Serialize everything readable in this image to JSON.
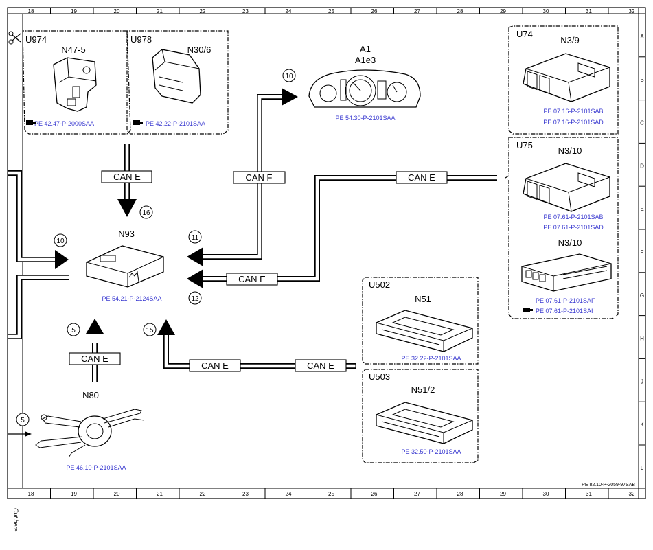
{
  "grid": {
    "columns": [
      "18",
      "19",
      "20",
      "21",
      "22",
      "23",
      "24",
      "25",
      "26",
      "27",
      "28",
      "29",
      "30",
      "31",
      "32"
    ],
    "rows": [
      "A",
      "B",
      "C",
      "D",
      "E",
      "F",
      "G",
      "H",
      "J",
      "K",
      "L"
    ]
  },
  "groups": {
    "u974": "U974",
    "u978": "U978",
    "u74": "U74",
    "u75": "U75",
    "u502": "U502",
    "u503": "U503"
  },
  "components": {
    "n47_5": {
      "label": "N47-5",
      "ref": "PE 42.47-P-2000SAA"
    },
    "n30_6": {
      "label": "N30/6",
      "ref": "PE 42.22-P-2101SAA"
    },
    "a1": {
      "label": "A1",
      "sublabel": "A1e3",
      "ref": "PE 54.30-P-2101SAA"
    },
    "n3_9": {
      "label": "N3/9",
      "ref1": "PE 07.16-P-2101SAB",
      "ref2": "PE 07.16-P-2101SAD"
    },
    "n3_10a": {
      "label": "N3/10",
      "ref1": "PE 07.61-P-2101SAB",
      "ref2": "PE 07.61-P-2101SAD"
    },
    "n3_10b": {
      "label": "N3/10",
      "ref1": "PE 07.61-P-2101SAF",
      "ref2": "PE 07.61-P-2101SAI"
    },
    "n93": {
      "label": "N93",
      "ref": "PE 54.21-P-2124SAA"
    },
    "n51": {
      "label": "N51",
      "ref": "PE 32.22-P-2101SAA"
    },
    "n51_2": {
      "label": "N51/2",
      "ref": "PE 32.50-P-2101SAA"
    },
    "n80": {
      "label": "N80",
      "ref": "PE 46.10-P-2101SAA"
    }
  },
  "bus_labels": {
    "can_e_top": "CAN E",
    "can_f": "CAN F",
    "can_e_right": "CAN E",
    "can_e_mid": "CAN E",
    "can_e_n80": "CAN E",
    "can_e_bottom1": "CAN E",
    "can_e_bottom2": "CAN E"
  },
  "markers": {
    "m10_top": "10",
    "m16": "16",
    "m11": "11",
    "m10_left": "10",
    "m12": "12",
    "m5_up": "5",
    "m15": "15",
    "m5_left": "5"
  },
  "footer_ref": "PE 82.10-P-2059-97SAB",
  "cut_here": "Cut here"
}
